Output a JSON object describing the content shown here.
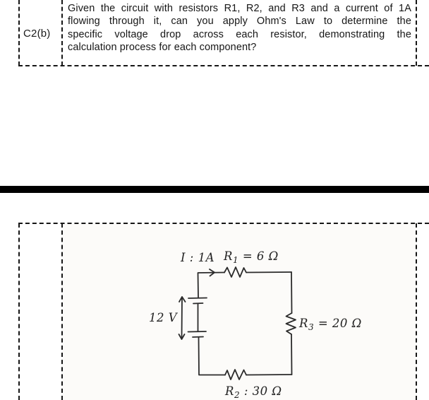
{
  "question_table": {
    "ref_label": "C2(b)",
    "question_lines": [
      "Given the circuit with resistors R1, R2, and R3 and a current of 1A",
      "flowing through it, can you apply Ohm's Law to determine the",
      "specific voltage drop across each resistor, demonstrating the",
      "calculation process for each component?"
    ]
  },
  "divider": {
    "color": "#000000"
  },
  "diagram": {
    "current_label": "I : 1A",
    "voltage_label": "12 V",
    "r1": {
      "base": "R",
      "sub": "1",
      "rest": " = 6 Ω"
    },
    "r2": {
      "base": "R",
      "sub": "2",
      "rest": " : 30 Ω"
    },
    "r3": {
      "base": "R",
      "sub": "3",
      "rest": " = 20 Ω"
    },
    "ink_color": "#2b2b2b"
  }
}
